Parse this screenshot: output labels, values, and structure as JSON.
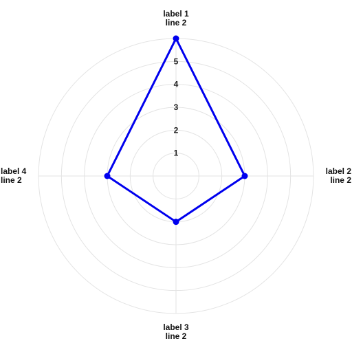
{
  "chart_data": {
    "type": "radar",
    "axes": [
      {
        "label": [
          "label 1",
          "line 2"
        ]
      },
      {
        "label": [
          "label 2",
          "line 2"
        ]
      },
      {
        "label": [
          "label 3",
          "line 2"
        ]
      },
      {
        "label": [
          "label 4",
          "line 2"
        ]
      }
    ],
    "r_ticks": [
      1,
      2,
      3,
      4,
      5
    ],
    "r_range": [
      0,
      6
    ],
    "grid": true,
    "legend": "none",
    "series": [
      {
        "values": [
          6,
          3,
          2,
          3
        ],
        "color": "#0000ee"
      }
    ]
  }
}
